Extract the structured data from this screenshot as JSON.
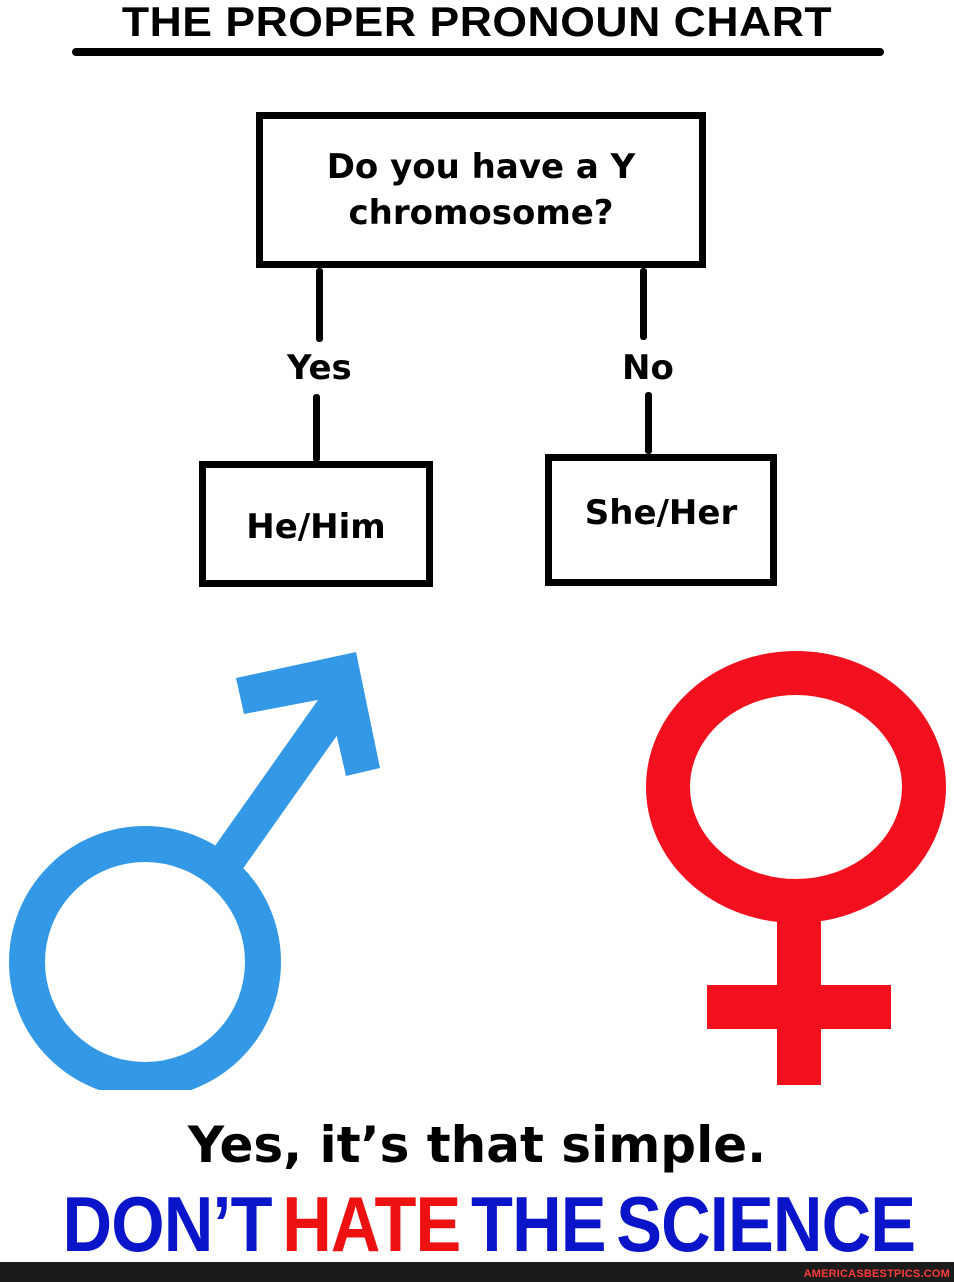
{
  "header": {
    "title": "THE PROPER PRONOUN CHART"
  },
  "flowchart": {
    "question": "Do you have a Y chromosome?",
    "question_lines": [
      "Do you have a Y",
      "chromosome?"
    ],
    "branches": [
      {
        "label": "Yes",
        "result": "He/Him",
        "symbol": "male-symbol-icon",
        "color": "#3399e6"
      },
      {
        "label": "No",
        "result": "She/Her",
        "symbol": "female-symbol-icon",
        "color": "#f20f1e"
      }
    ]
  },
  "caption": "Yes, it’s that simple.",
  "slogan": {
    "words": [
      {
        "text": "DON’T",
        "color": "#0a14c8"
      },
      {
        "text": "HATE",
        "color": "#ee1111"
      },
      {
        "text": "THE",
        "color": "#0a14c8"
      },
      {
        "text": "SCIENCE",
        "color": "#0a14c8"
      }
    ]
  },
  "footer": {
    "watermark": "AMERICASBESTPICS.COM",
    "watermark_color": "#ff3b3b",
    "background": "#1b1b1b"
  }
}
